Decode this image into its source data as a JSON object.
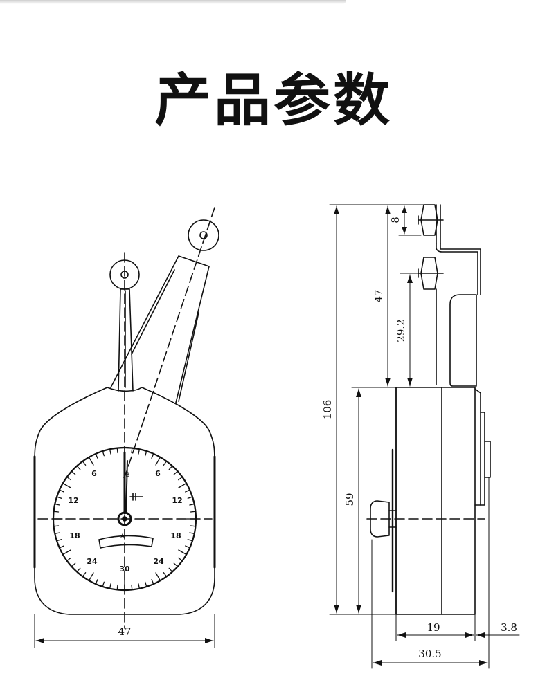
{
  "title": "产品参数",
  "colors": {
    "ink": "#111111",
    "background": "#ffffff"
  },
  "front_view": {
    "dial_numbers_left": [
      "6",
      "12",
      "18",
      "24"
    ],
    "dial_numbers_right": [
      "6",
      "12",
      "18",
      "24"
    ],
    "dial_number_bottom": "30",
    "dial_mark_top": "JB",
    "dial_mark_center": "A",
    "width_dimension": "47"
  },
  "side_view": {
    "dimensions": {
      "total_height": "106",
      "arm_height": "47",
      "pulley_spacing": "8",
      "lower_pulley_height": "29.2",
      "body_height": "59",
      "body_depth": "19",
      "plate_thickness": "3.8",
      "overall_depth": "30.5"
    }
  }
}
